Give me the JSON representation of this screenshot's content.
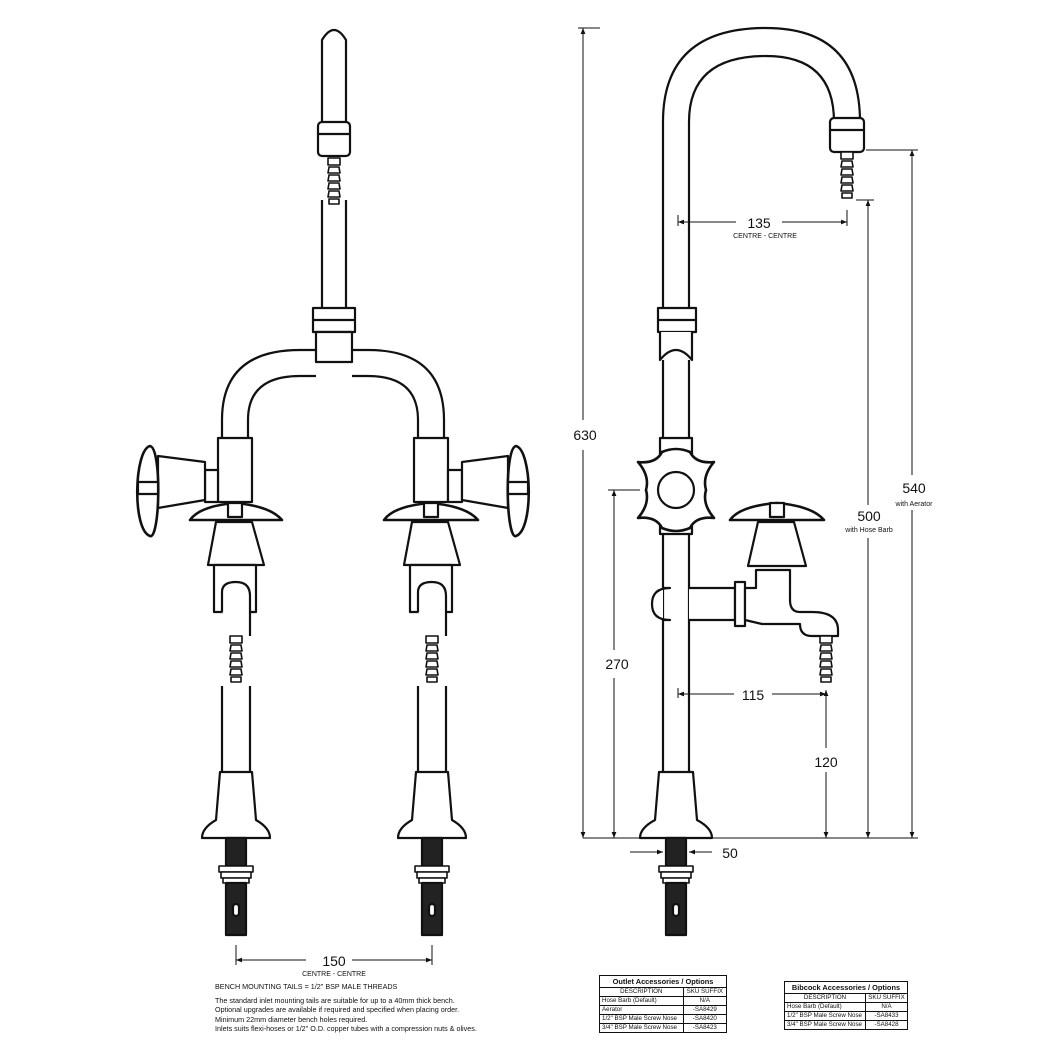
{
  "dimensions": {
    "front_width": {
      "value": "150",
      "note": "CENTRE - CENTRE"
    },
    "side_outlet_reach": {
      "value": "135",
      "note": "CENTRE - CENTRE"
    },
    "side_bibcock_reach": {
      "value": "115"
    },
    "overall_height": {
      "value": "630"
    },
    "outlet_height_aerator": {
      "value": "540",
      "note": "with Aerator"
    },
    "outlet_height_hose_barb": {
      "value": "500",
      "note": "with Hose Barb"
    },
    "bibcock_handle_height": {
      "value": "270"
    },
    "bibcock_outlet_height": {
      "value": "120"
    },
    "base_diameter": {
      "value": "50"
    }
  },
  "notes": {
    "bench_tails": "BENCH MOUNTING TAILS = 1/2\" BSP MALE THREADS",
    "lines": [
      "The standard inlet mounting tails are suitable for up to a 40mm thick bench.",
      "Optional upgrades are available if required and specified when placing order.",
      "Minimum 22mm diameter bench holes required.",
      "Inlets suits flexi-hoses or 1/2\" O.D. copper tubes with a compression nuts & olives."
    ]
  },
  "outlet_table": {
    "title": "Outlet Accessories / Options",
    "headers": [
      "DESCRIPTION",
      "SKU SUFFIX"
    ],
    "rows": [
      [
        "Hose Barb (Default)",
        "N/A"
      ],
      [
        "Aerator",
        "-SA8429"
      ],
      [
        "1/2\" BSP  Male Screw Nose",
        "-SA8420"
      ],
      [
        "3/4\" BSP  Male Screw Nose",
        "-SA8423"
      ]
    ]
  },
  "bibcock_table": {
    "title": "Bibcock Accessories / Options",
    "headers": [
      "DESCRIPTION",
      "SKU SUFFIX"
    ],
    "rows": [
      [
        "Hose Barb (Default)",
        "N/A"
      ],
      [
        "1/2\" BSP  Male Screw Nose",
        "-SA8433"
      ],
      [
        "3/4\" BSP  Male Screw Nose",
        "-SA8428"
      ]
    ]
  }
}
